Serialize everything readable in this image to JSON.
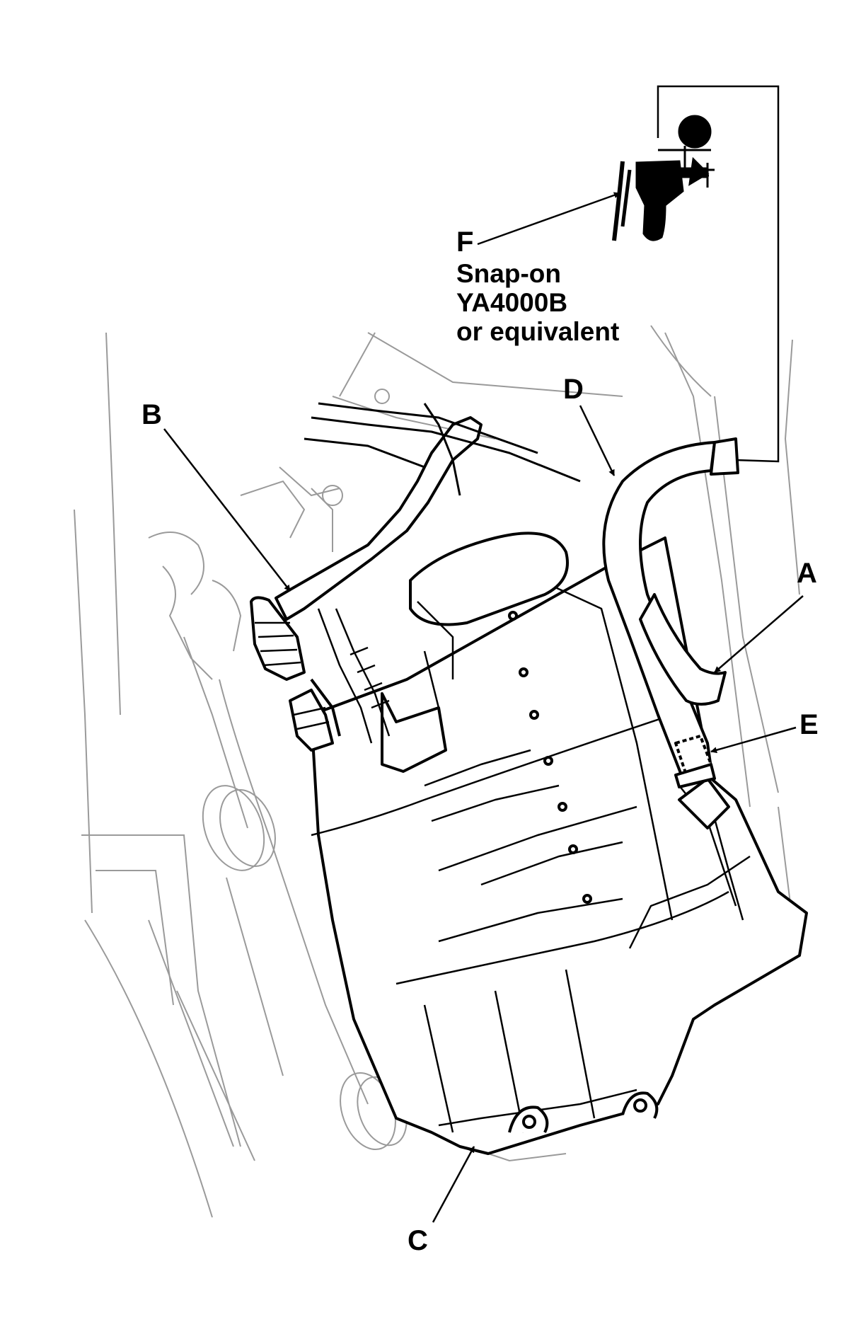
{
  "callouts": {
    "a": "A",
    "b": "B",
    "c": "C",
    "d": "D",
    "e": "E",
    "f": "F"
  },
  "tool": {
    "line1": "Snap-on",
    "line2": "YA4000B",
    "line3": "or equivalent"
  }
}
